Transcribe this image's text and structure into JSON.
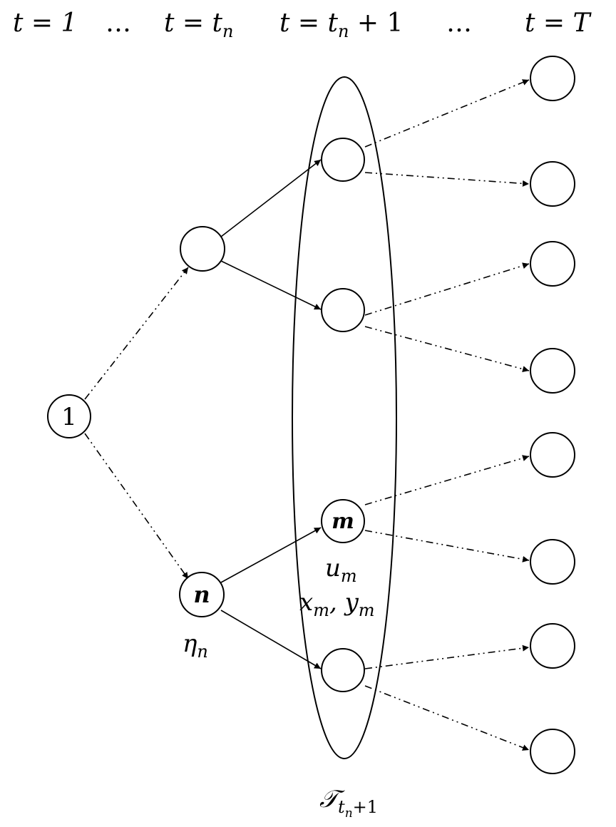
{
  "header": {
    "labels": [
      {
        "id": "t1",
        "text": "t = 1"
      },
      {
        "id": "dots1",
        "text": "…"
      },
      {
        "id": "tn",
        "text": "t = t",
        "sub": "n"
      },
      {
        "id": "tn1",
        "text": "t = t",
        "sub": "n",
        "suffix": " + 1"
      },
      {
        "id": "dots2",
        "text": "…"
      },
      {
        "id": "tT",
        "text": "t = T"
      }
    ]
  },
  "nodes": {
    "root": {
      "label": "1"
    },
    "n": {
      "label": "n",
      "annotation": "η",
      "annotation_sub": "n"
    },
    "m": {
      "label": "m",
      "annotation_u": "u",
      "annotation_u_sub": "m",
      "annotation_xy": "x",
      "annotation_xy_sub1": "m",
      "annotation_xy_mid": ", y",
      "annotation_xy_sub2": "m"
    }
  },
  "set_label": {
    "text": "𝒯",
    "sub": "t",
    "subsub": "n",
    "subsuffix": "+1"
  }
}
